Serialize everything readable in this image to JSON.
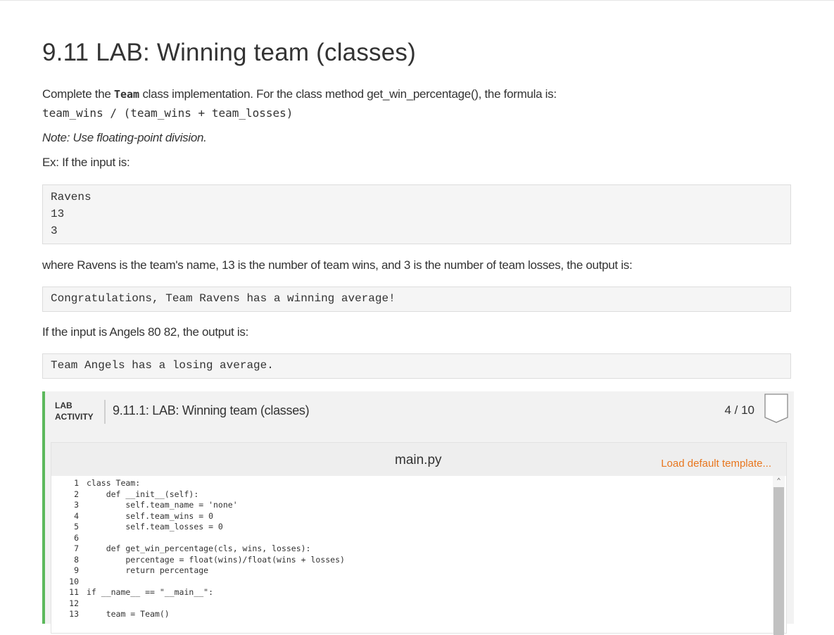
{
  "page": {
    "title": "9.11 LAB: Winning team (classes)",
    "intro_before": "Complete the ",
    "intro_code": "Team",
    "intro_after": " class implementation. For the class method get_win_percentage(), the formula is:",
    "formula": "team_wins / (team_wins + team_losses)",
    "note": "Note: Use floating-point division.",
    "example_intro": "Ex: If the input is:",
    "example_input": [
      "Ravens",
      "13",
      "3"
    ],
    "where_text": "where Ravens is the team's name, 13 is the number of team wins, and 3 is the number of team losses, the output is:",
    "example_output": "Congratulations, Team Ravens has a winning average!",
    "second_intro": "If the input is Angels 80 82, the output is:",
    "second_output": "Team Angels has a losing average."
  },
  "lab": {
    "tag_line1": "LAB",
    "tag_line2": "ACTIVITY",
    "title": "9.11.1: LAB: Winning team (classes)",
    "score": "4 / 10",
    "accent_color": "#5cb85c",
    "badge_icon": "score-shield-icon",
    "editor": {
      "file_name": "main.py",
      "load_template_label": "Load default template...",
      "load_color": "#e8761e",
      "line_numbers": [
        "1",
        "2",
        "3",
        "4",
        "5",
        "6",
        "7",
        "8",
        "9",
        "10",
        "11",
        "12",
        "13"
      ],
      "lines": [
        "class Team:",
        "    def __init__(self):",
        "        self.team_name = 'none'",
        "        self.team_wins = 0",
        "        self.team_losses = 0",
        "",
        "    def get_win_percentage(cls, wins, losses):",
        "        percentage = float(wins)/float(wins + losses)",
        "        return percentage",
        "",
        "if __name__ == \"__main__\":",
        "",
        "    team = Team()"
      ]
    }
  }
}
